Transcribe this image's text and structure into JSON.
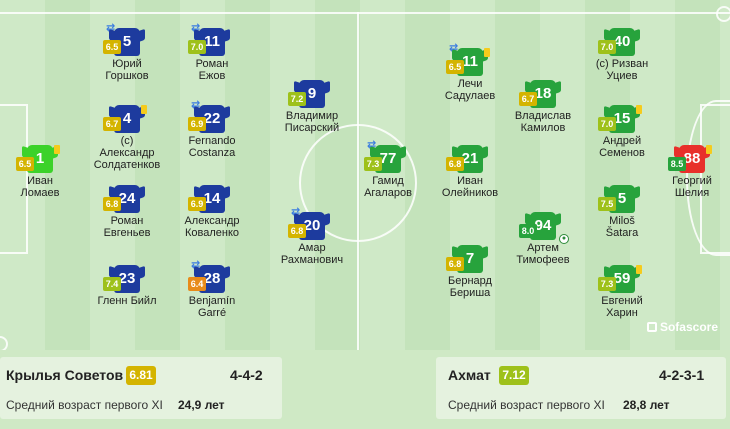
{
  "pitch": {
    "home_players": [
      {
        "number": "1",
        "name": "Иван\nЛомаев",
        "rating": "6.5",
        "rating_color": "#d4b400",
        "shirt_color": "#3cd22a",
        "card": true,
        "sub": false
      },
      {
        "number": "5",
        "name": "Юрий\nГоршков",
        "rating": "6.5",
        "rating_color": "#d4b400",
        "shirt_color": "#1d3b9e",
        "card": false,
        "sub": true
      },
      {
        "number": "4",
        "name": "(c)\nАлександр\nСолдатенков",
        "rating": "6.7",
        "rating_color": "#d4b400",
        "shirt_color": "#1d3b9e",
        "card": true,
        "sub": false
      },
      {
        "number": "24",
        "name": "Роман\nЕвгеньев",
        "rating": "6.8",
        "rating_color": "#d4b400",
        "shirt_color": "#1d3b9e",
        "card": false,
        "sub": false
      },
      {
        "number": "23",
        "name": "Гленн Бийл",
        "rating": "7.4",
        "rating_color": "#9ec11a",
        "shirt_color": "#1d3b9e",
        "card": false,
        "sub": false
      },
      {
        "number": "11",
        "name": "Роман\nЕжов",
        "rating": "7.0",
        "rating_color": "#9ec11a",
        "shirt_color": "#1d3b9e",
        "card": false,
        "sub": true
      },
      {
        "number": "22",
        "name": "Fernando\nCostanza",
        "rating": "6.9",
        "rating_color": "#d4b400",
        "shirt_color": "#1d3b9e",
        "card": false,
        "sub": true
      },
      {
        "number": "14",
        "name": "Александр\nКоваленко",
        "rating": "6.9",
        "rating_color": "#d4b400",
        "shirt_color": "#1d3b9e",
        "card": false,
        "sub": false
      },
      {
        "number": "28",
        "name": "Benjamín\nGarré",
        "rating": "6.4",
        "rating_color": "#e88b1a",
        "shirt_color": "#1d3b9e",
        "card": false,
        "sub": true
      },
      {
        "number": "9",
        "name": "Владимир\nПисарский",
        "rating": "7.2",
        "rating_color": "#9ec11a",
        "shirt_color": "#1d3b9e",
        "card": false,
        "sub": false
      },
      {
        "number": "20",
        "name": "Амар\nРахманович",
        "rating": "6.8",
        "rating_color": "#d4b400",
        "shirt_color": "#1d3b9e",
        "card": false,
        "sub": true
      }
    ],
    "away_players": [
      {
        "number": "77",
        "name": "Гамид\nАгаларов",
        "rating": "7.3",
        "rating_color": "#9ec11a",
        "shirt_color": "#27a33c",
        "card": false,
        "sub": true
      },
      {
        "number": "11",
        "name": "Лечи\nСадулаев",
        "rating": "6.5",
        "rating_color": "#d4b400",
        "shirt_color": "#27a33c",
        "card": true,
        "sub": true
      },
      {
        "number": "21",
        "name": "Иван\nОлейников",
        "rating": "6.8",
        "rating_color": "#d4b400",
        "shirt_color": "#27a33c",
        "card": false,
        "sub": false
      },
      {
        "number": "7",
        "name": "Бернард\nБериша",
        "rating": "6.8",
        "rating_color": "#d4b400",
        "shirt_color": "#27a33c",
        "card": false,
        "sub": false
      },
      {
        "number": "18",
        "name": "Владислав\nКамилов",
        "rating": "6.7",
        "rating_color": "#d4b400",
        "shirt_color": "#27a33c",
        "card": false,
        "sub": false
      },
      {
        "number": "94",
        "name": "Артем\nТимофеев",
        "rating": "8.0",
        "rating_color": "#27a33c",
        "shirt_color": "#27a33c",
        "card": false,
        "sub": false,
        "goal": true
      },
      {
        "number": "40",
        "name": "(c) Ризван\nУциев",
        "rating": "7.0",
        "rating_color": "#9ec11a",
        "shirt_color": "#27a33c",
        "card": false,
        "sub": false
      },
      {
        "number": "15",
        "name": "Андрей\nСеменов",
        "rating": "7.0",
        "rating_color": "#9ec11a",
        "shirt_color": "#27a33c",
        "card": true,
        "sub": false
      },
      {
        "number": "5",
        "name": "Miloš\nŠatara",
        "rating": "7.5",
        "rating_color": "#9ec11a",
        "shirt_color": "#27a33c",
        "card": false,
        "sub": false
      },
      {
        "number": "59",
        "name": "Евгений\nХарин",
        "rating": "7.3",
        "rating_color": "#9ec11a",
        "shirt_color": "#27a33c",
        "card": true,
        "sub": false
      },
      {
        "number": "88",
        "name": "Георгий\nШелия",
        "rating": "8.5",
        "rating_color": "#27a33c",
        "shirt_color": "#e8302a",
        "card": true,
        "sub": false
      }
    ],
    "watermark": "Sofascore"
  },
  "home_team": {
    "name": "Крылья Советов",
    "rating": "6.81",
    "rating_color": "#d4b400",
    "formation": "4-4-2",
    "age_label": "Средний возраст первого XI",
    "age_value": "24,9 лет"
  },
  "away_team": {
    "name": "Ахмат",
    "rating": "7.12",
    "rating_color": "#9ec11a",
    "formation": "4-2-3-1",
    "age_label": "Средний возраст первого XI",
    "age_value": "28,8 лет"
  }
}
